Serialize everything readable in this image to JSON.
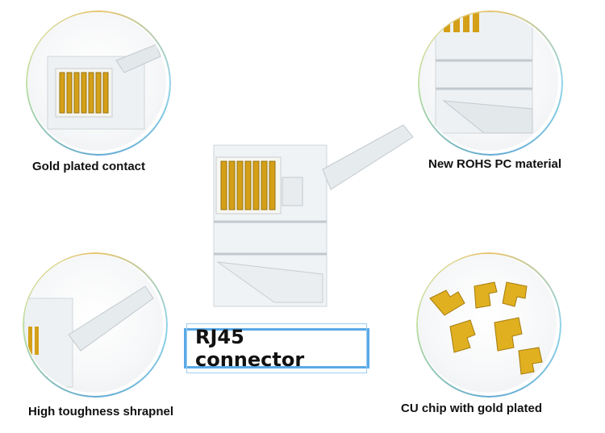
{
  "features": [
    {
      "label": "Gold plated contact"
    },
    {
      "label": "New ROHS PC material"
    },
    {
      "label": "High toughness shrapnel"
    },
    {
      "label": "CU chip with gold plated"
    }
  ],
  "title": "RJ45 connector",
  "colors": {
    "gold": "#d4a017",
    "clear": "#e8ecef",
    "frame": "#5aa9e6"
  }
}
